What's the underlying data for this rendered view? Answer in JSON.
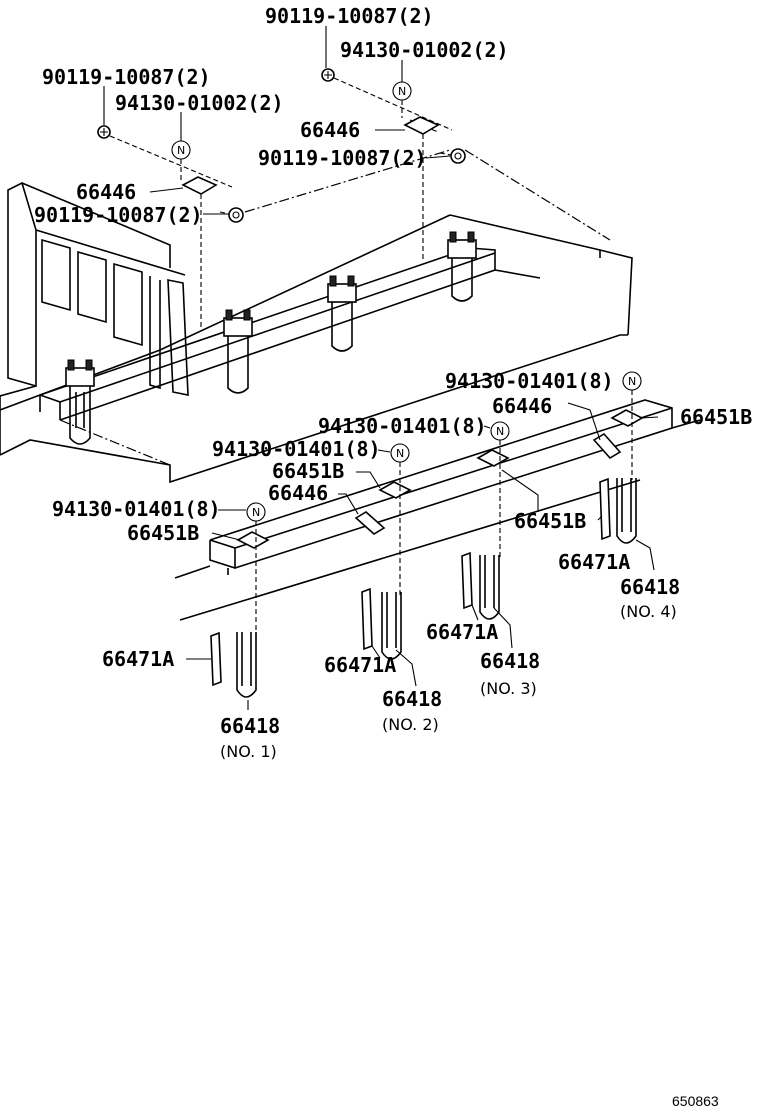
{
  "labels": {
    "top_bolt_right": "90119-10087(2)",
    "top_bolt_left": "90119-10087(2)",
    "top_washer_right": "94130-01002(2)",
    "top_washer_left": "94130-01002(2)",
    "plate_right": "66446",
    "plate_left": "66446",
    "nut_right": "90119-10087(2)",
    "nut_left": "90119-10087(2)",
    "bottom_nut_4": "94130-01401(8)",
    "bottom_nut_3": "94130-01401(8)",
    "bottom_nut_2": "94130-01401(8)",
    "bottom_nut_1": "94130-01401(8)",
    "plate_lower_right": "66446",
    "plate_lower_left": "66446",
    "bracket_4": "66451B",
    "bracket_3": "66451B",
    "bracket_2": "66451B",
    "bracket_1": "66451B",
    "pad_4": "66471A",
    "pad_3": "66471A",
    "pad_2": "66471A",
    "pad_1": "66471A",
    "ubolt_4": "66418",
    "ubolt_3": "66418",
    "ubolt_2": "66418",
    "ubolt_1": "66418",
    "ubolt_4_no": "(NO. 4)",
    "ubolt_3_no": "(NO. 3)",
    "ubolt_2_no": "(NO. 2)",
    "ubolt_1_no": "(NO. 1)",
    "n_mark": "N",
    "figure_ref": "650863"
  }
}
